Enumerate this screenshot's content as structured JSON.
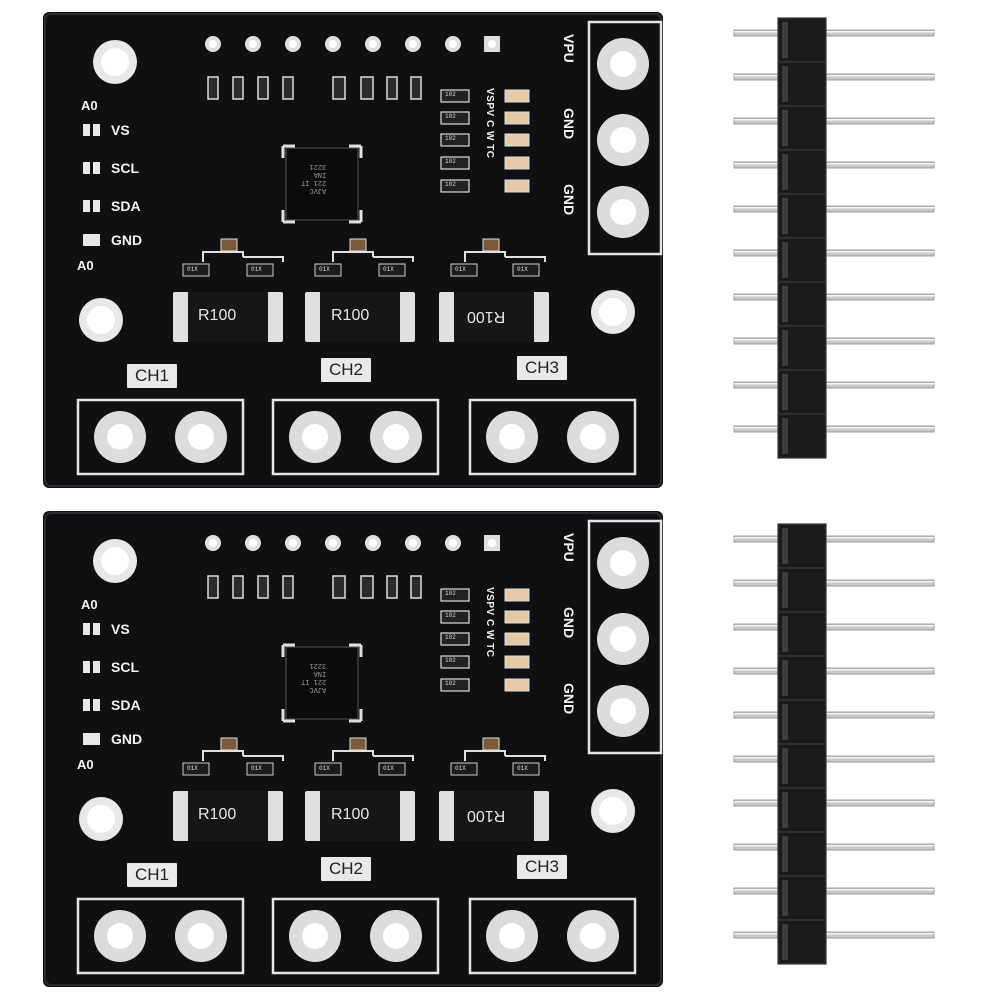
{
  "boards": [
    {
      "address_top": "A0",
      "address_bottom": "A0",
      "signals": [
        "VS",
        "SCL",
        "SDA",
        "GND"
      ],
      "power_pins": [
        "VPU",
        "GND",
        "GND"
      ],
      "status_label": "VSPV C W TC",
      "channels": [
        "CH1",
        "CH2",
        "CH3"
      ],
      "shunt_labels": [
        "R100",
        "R100",
        "R100"
      ],
      "chip_marking": "AJVC\n221 IT\nINA\n3221",
      "resistor_code": "102",
      "small_code": "01X"
    },
    {
      "address_top": "A0",
      "address_bottom": "A0",
      "signals": [
        "VS",
        "SCL",
        "SDA",
        "GND"
      ],
      "power_pins": [
        "VPU",
        "GND",
        "GND"
      ],
      "status_label": "VSPV C W TC",
      "channels": [
        "CH1",
        "CH2",
        "CH3"
      ],
      "shunt_labels": [
        "R100",
        "R100",
        "R100"
      ],
      "chip_marking": "AJVC\n221 IT\nINA\n3221",
      "resistor_code": "102",
      "small_code": "01X"
    }
  ],
  "pin_headers": [
    {
      "pin_count": 10
    },
    {
      "pin_count": 10
    }
  ],
  "colors": {
    "pcb": "#111114",
    "silkscreen": "#f2f2f2",
    "pad": "#d9d9d9",
    "header_plastic": "#1a1a1a",
    "pin_metal": "#c8c8c8"
  }
}
